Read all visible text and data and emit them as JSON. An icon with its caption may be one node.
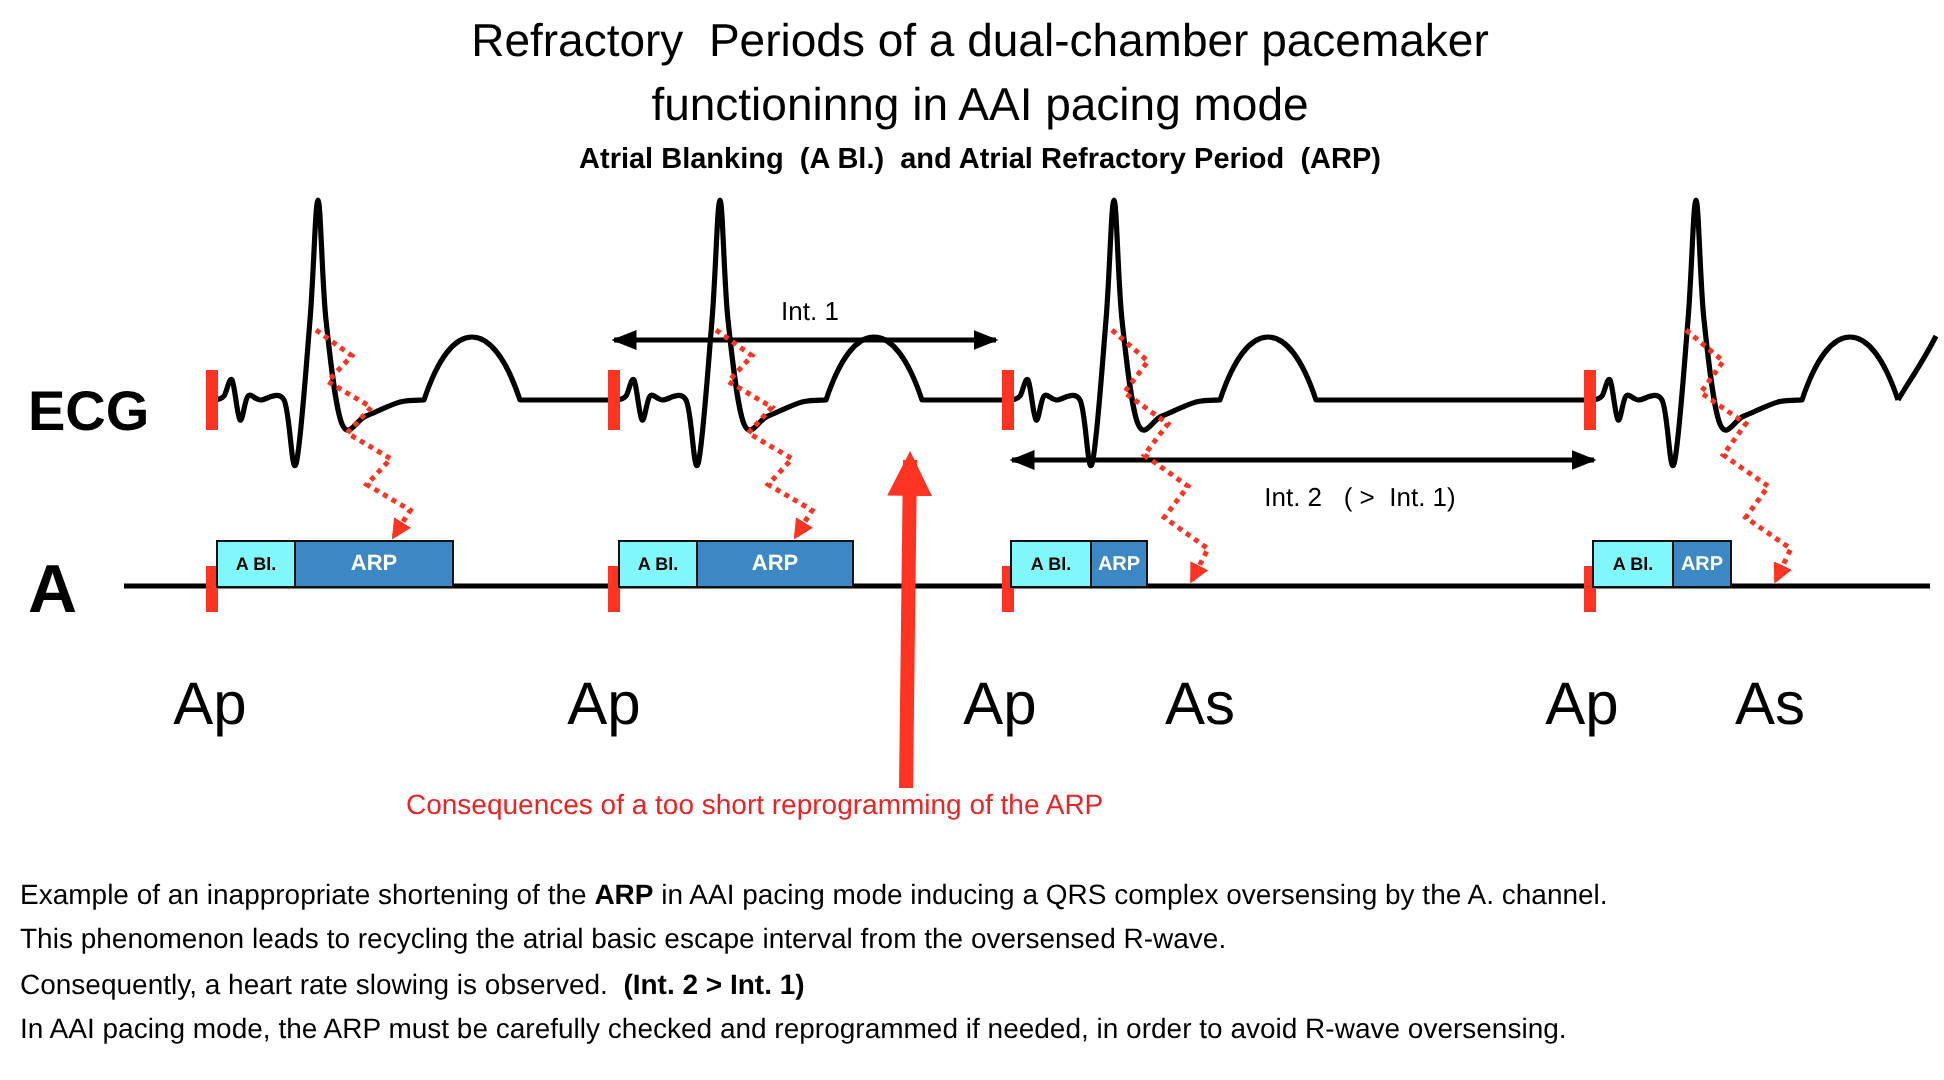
{
  "diagram": {
    "title": "Refractory  Periods of a dual-chamber pacemaker functioninng in AAI pacing mode",
    "nodes": [
      {
        "text": [
          "A Bl."
        ]
      },
      {
        "text": [
          "ARP"
        ]
      },
      {
        "text": [
          "A Bl."
        ]
      },
      {
        "text": [
          "ARP"
        ]
      },
      {
        "text": [
          "A Bl."
        ]
      },
      {
        "text": [
          "ARP"
        ]
      },
      {
        "text": [
          "A Bl."
        ]
      },
      {
        "text": [
          "ARP"
        ]
      },
      {
        "text": [
          "Consequences of a too short reprogramming of the ARP"
        ]
      }
    ],
    "edges": [
      {
        "from": null,
        "to": 1,
        "arrow": "to",
        "style": "dashed"
      },
      {
        "from": null,
        "to": 3,
        "arrow": "to",
        "style": "dashed"
      },
      {
        "from": 8,
        "to": null,
        "arrow": "to",
        "style": "thick"
      },
      {
        "from": null,
        "to": 5,
        "arrow": "to",
        "style": "dashed"
      },
      {
        "from": null,
        "to": 7,
        "arrow": "to",
        "style": "dashed"
      }
    ],
    "labels": [
      "Atrial Blanking  (A Bl.)  and Atrial Refractory Period  (ARP)",
      "ECG",
      "A",
      "Int. 1",
      "Int. 2   ( >  Int. 1)",
      "Ap",
      "Ap",
      "Ap",
      "As",
      "Ap",
      "As",
      "Example of an inappropriate shortening of the **ARP** in AAI pacing mode inducing a QRS complex oversensing by the A. channel.",
      "This phenomenon leads to recycling the atrial basic escape interval from the oversensed R-wave.",
      "Consequently, a heart rate slowing is observed.  **(Int. 2 > Int. 1)**",
      "In AAI pacing mode, the ARP must be carefully checked and reprogrammed if needed, in order to avoid R-wave oversensing."
    ]
  }
}
